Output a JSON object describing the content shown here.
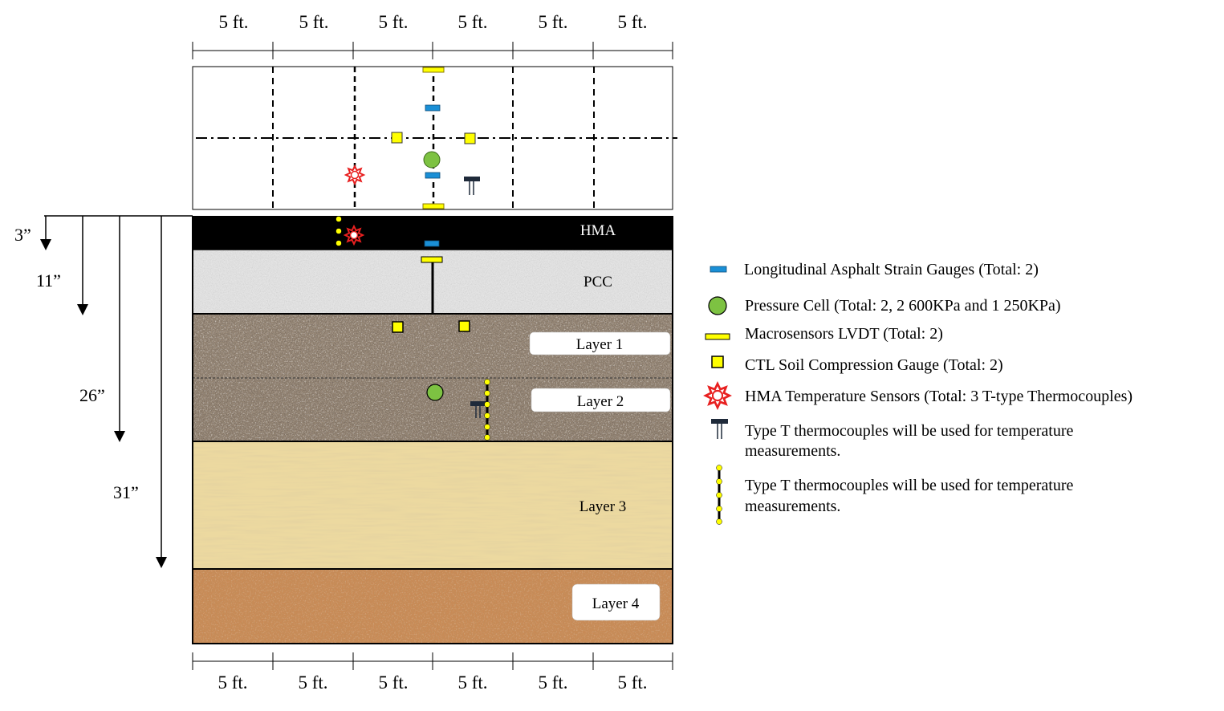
{
  "top_dimensions": [
    "5 ft.",
    "5 ft.",
    "5 ft.",
    "5 ft.",
    "5 ft.",
    "5 ft."
  ],
  "bottom_dimensions": [
    "5 ft.",
    "5 ft.",
    "5 ft.",
    "5 ft.",
    "5 ft.",
    "5 ft."
  ],
  "depths": [
    "3”",
    "11”",
    "26”",
    "31”"
  ],
  "layers": {
    "hma": "HMA",
    "pcc": "PCC",
    "layer1": "Layer 1",
    "layer2": "Layer 2",
    "layer3": "Layer 3",
    "layer4": "Layer 4"
  },
  "legend": {
    "strain_gauge": "Longitudinal Asphalt Strain Gauges (Total: 2)",
    "pressure_cell": "Pressure Cell (Total: 2, 2 600KPa and 1 250KPa)",
    "lvdt": "Macrosensors LVDT (Total: 2)",
    "soil_gauge": "CTL Soil Compression Gauge (Total: 2)",
    "hma_temp": "HMA Temperature Sensors (Total: 3 T-type Thermocouples)",
    "thermo_t_line1": "Type T thermocouples will be used for temperature",
    "thermo_t_line2": "measurements.",
    "thermo_chain_line1": "Type T thermocouples will be used for temperature",
    "thermo_chain_line2": "measurements."
  },
  "colors": {
    "strain_blue": "#1a8fd6",
    "sensor_yellow": "#ffff00",
    "pressure_green": "#7dc242",
    "temp_red": "#e82020",
    "thermo_navy": "#1f2a3a",
    "hma_black": "#000000",
    "pcc_grey": "#e2e2e2",
    "aggregate_brown": "#9a8a78",
    "layer3_tan": "#ecd9a0",
    "layer4_orange": "#c98a55"
  }
}
